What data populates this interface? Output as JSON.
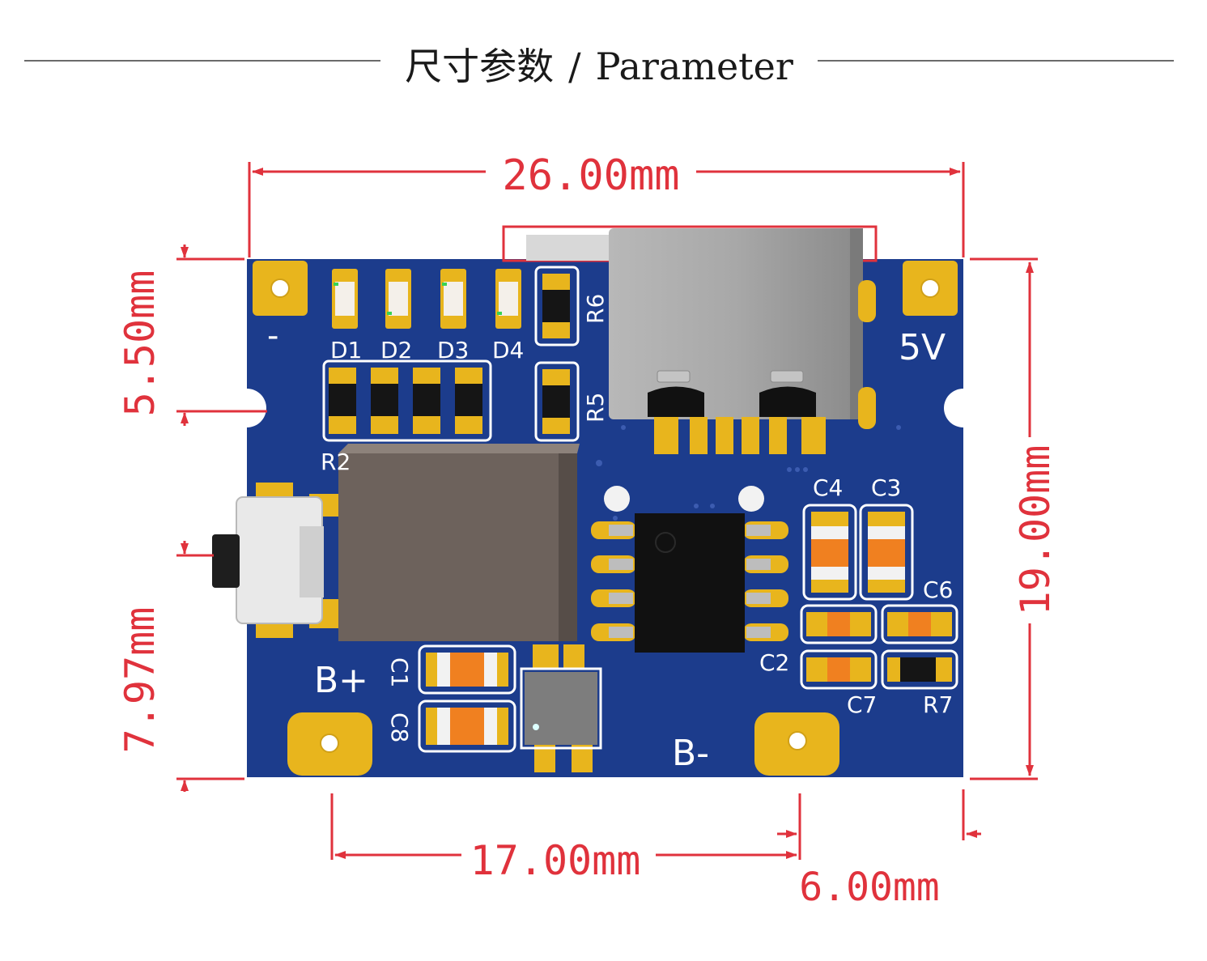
{
  "header": {
    "title_cn": "尺寸参数",
    "separator": "/",
    "title_en": "Parameter"
  },
  "dimensions": {
    "width": "26.00mm",
    "height": "19.00mm",
    "hole_top": "5.50mm",
    "hole_bottom": "7.97mm",
    "pad_spacing": "17.00mm",
    "pad_offset": "6.00mm"
  },
  "board": {
    "labels": {
      "minus": "-",
      "five_v": "5V",
      "b_plus": "B+",
      "b_minus": "B-",
      "d1": "D1",
      "d2": "D2",
      "d3": "D3",
      "d4": "D4",
      "r6": "R6",
      "r5": "R5",
      "r2": "R2",
      "r7": "R7",
      "c1": "C1",
      "c2": "C2",
      "c3": "C3",
      "c4": "C4",
      "c6": "C6",
      "c7": "C7",
      "c8": "C8"
    }
  },
  "colors": {
    "board": "#1c3c8c",
    "pad": "#e8b51d",
    "dimension": "#e0323c",
    "silkscreen": "#ffffff"
  }
}
